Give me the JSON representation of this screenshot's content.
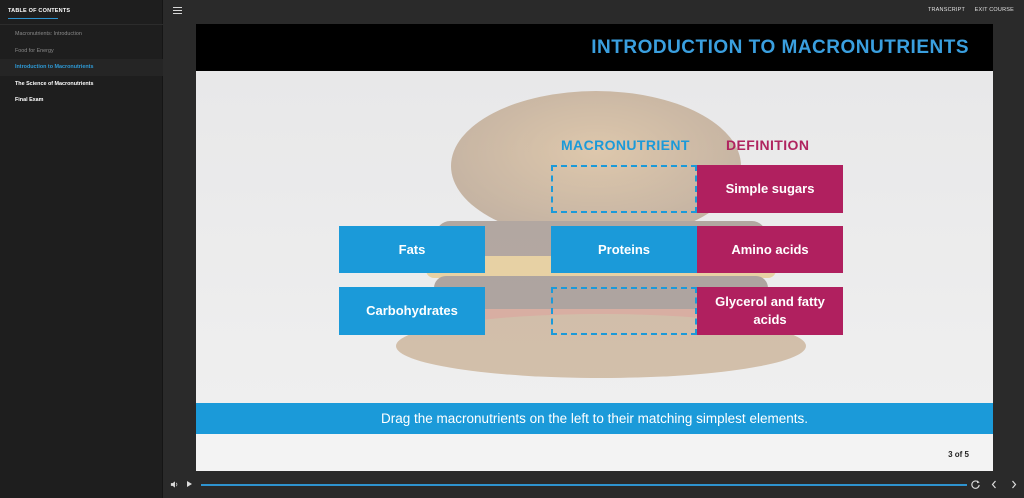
{
  "sidebar": {
    "title": "TABLE OF CONTENTS",
    "items": [
      {
        "label": "Macronutrients: Introduction",
        "state": "visited"
      },
      {
        "label": "Food for Energy",
        "state": "visited"
      },
      {
        "label": "Introduction to Macronutrients",
        "state": "active"
      },
      {
        "label": "The Science of Macronutrients",
        "state": "normal"
      },
      {
        "label": "Final Exam",
        "state": "normal"
      }
    ]
  },
  "topbar": {
    "transcript_label": "TRANSCRIPT",
    "exit_label": "EXIT COURSE"
  },
  "slide": {
    "title": "INTRODUCTION TO MACRONUTRIENTS",
    "col_macro": "MACRONUTRIENT",
    "col_def": "DEFINITION",
    "drag_items": [
      "Fats",
      "Carbohydrates"
    ],
    "placed_item": "Proteins",
    "definitions": [
      "Simple sugars",
      "Amino acids",
      "Glycerol and fatty acids"
    ],
    "instruction": "Drag the macronutrients on the left to their matching simplest elements.",
    "page_count": "3 of 5"
  },
  "colors": {
    "accent_blue": "#1b9ad9",
    "accent_pink": "#b0205f",
    "title_blue": "#3a9fdf"
  },
  "icons": {
    "menu": "hamburger-icon",
    "volume": "volume-icon",
    "play": "play-icon",
    "replay": "replay-icon",
    "prev": "chevron-left-icon",
    "next": "chevron-right-icon"
  }
}
